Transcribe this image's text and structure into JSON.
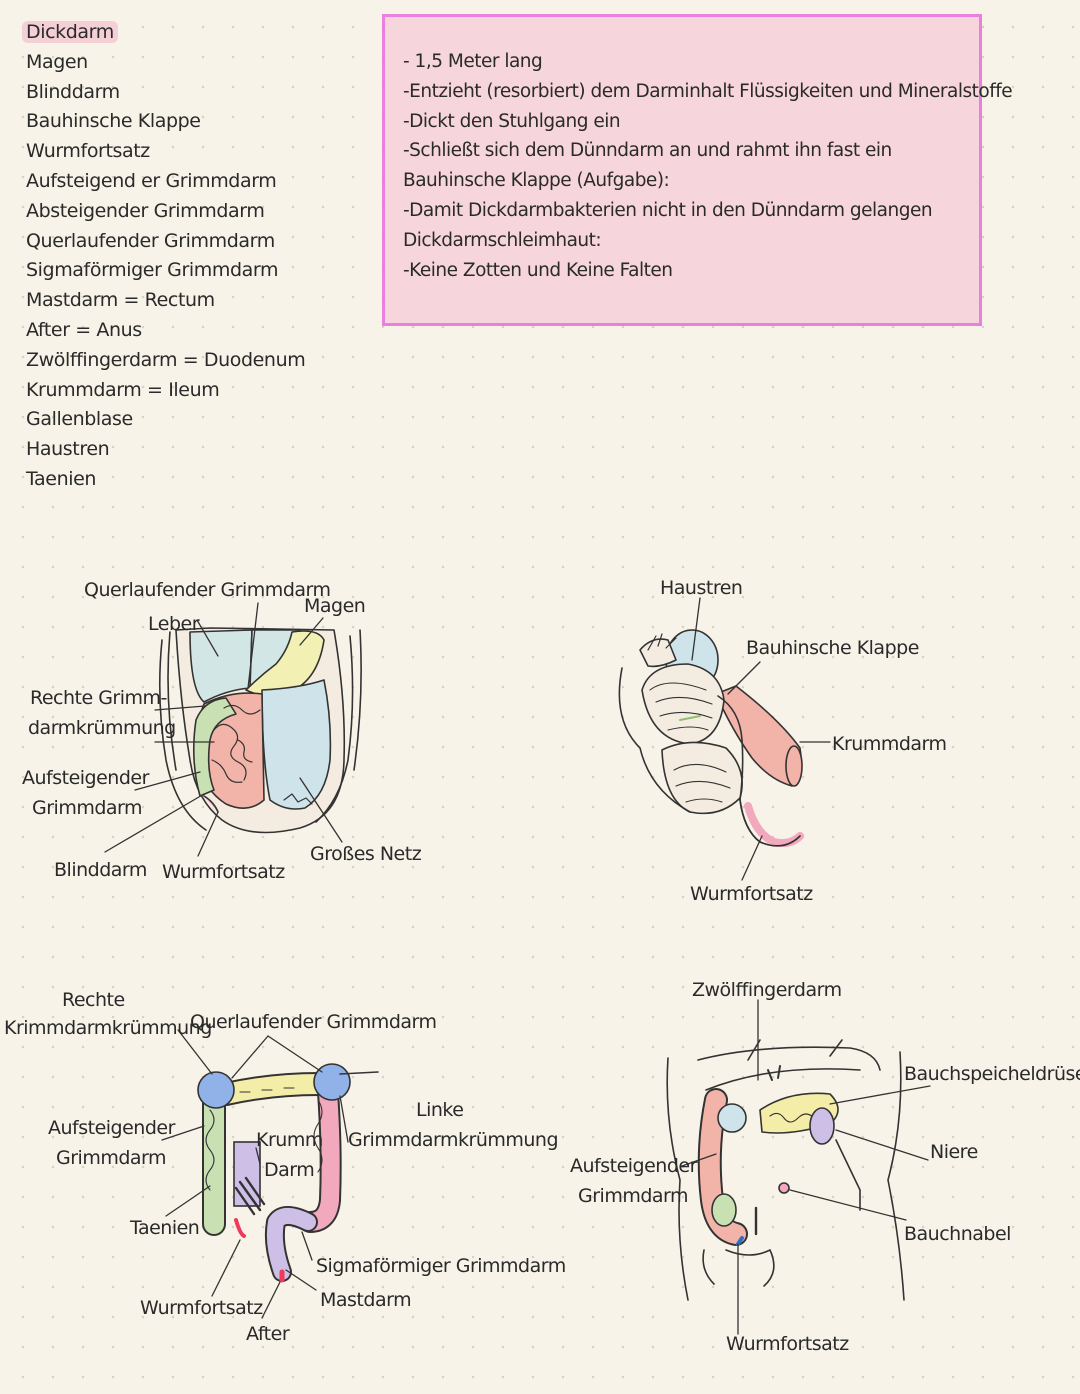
{
  "terms": [
    "Dickdarm",
    "Magen",
    "Blinddarm",
    "Bauhinsche Klappe",
    "Wurmfortsatz",
    "Aufsteigend er Grimmdarm",
    "Absteigender Grimmdarm",
    "Querlaufender Grimmdarm",
    "Sigmaförmiger Grimmdarm",
    "Mastdarm = Rectum",
    "After = Anus",
    "Zwölffingerdarm = Duodenum",
    "Krummdarm = Ileum",
    "Gallenblase",
    "Haustren",
    "Taenien"
  ],
  "info": [
    "- 1,5 Meter lang",
    "-Entzieht (resorbiert) dem Darminhalt Flüssigkeiten und Mineralstoffe",
    "-Dickt den Stuhlgang ein",
    "-Schließt sich dem Dünndarm an und rahmt ihn fast ein",
    "Bauhinsche Klappe (Aufgabe):",
    "-Damit Dickdarmbakterien nicht in den Dünndarm gelangen",
    "Dickdarmschleimhaut:",
    "-Keine Zotten und Keine Falten"
  ],
  "diagram1": {
    "querlaufender": "Querlaufender Grimmdarm",
    "magen": "Magen",
    "leber": "Leber",
    "rechte_1": "Rechte Grimm-",
    "rechte_2": "darmkrümmung",
    "aufsteigender_1": "Aufsteigender",
    "aufsteigender_2": "Grimmdarm",
    "blinddarm": "Blinddarm",
    "wurmfortsatz": "Wurmfortsatz",
    "netz": "Großes Netz"
  },
  "diagram2": {
    "haustren": "Haustren",
    "bauhinsche": "Bauhinsche Klappe",
    "krummdarm": "Krummdarm",
    "wurmfortsatz": "Wurmfortsatz"
  },
  "diagram3": {
    "rechte_1": "Rechte",
    "rechte_2": "Krimmdarmkrümmung",
    "querlaufender": "Querlaufender Grimmdarm",
    "linke_1": "Linke",
    "linke_2": "Grimmdarmkrümmung",
    "aufsteigender_1": "Aufsteigender",
    "aufsteigender_2": "Grimmdarm",
    "krumm_1": "Krumm",
    "krumm_2": "Darm",
    "taenien": "Taenien",
    "sigma": "Sigmaförmiger Grimmdarm",
    "mastdarm": "Mastdarm",
    "wurmfortsatz": "Wurmfortsatz",
    "after": "After"
  },
  "diagram4": {
    "zwoelffinger": "Zwölffingerdarm",
    "bauchspeichel": "Bauchspeicheldrüse",
    "niere": "Niere",
    "aufsteigender_1": "Aufsteigender",
    "aufsteigender_2": "Grimmdarm",
    "bauchnabel": "Bauchnabel",
    "wurmfortsatz": "Wurmfortsatz"
  },
  "colors": {
    "background": "#f7f3e8",
    "highlight": "#f5cfd6",
    "box_fill": "#f6d6dc",
    "box_border": "#ea7fe0",
    "liver": "#d3e6e6",
    "stomach": "#f3f0b4",
    "omentum": "#cfe3ea",
    "intestine": "#f2b3a8",
    "green": "#c9e0b3",
    "blue": "#90b2e8",
    "pink": "#f2a8bd",
    "yellow": "#f4eda8",
    "lavender": "#cdbfe6"
  }
}
